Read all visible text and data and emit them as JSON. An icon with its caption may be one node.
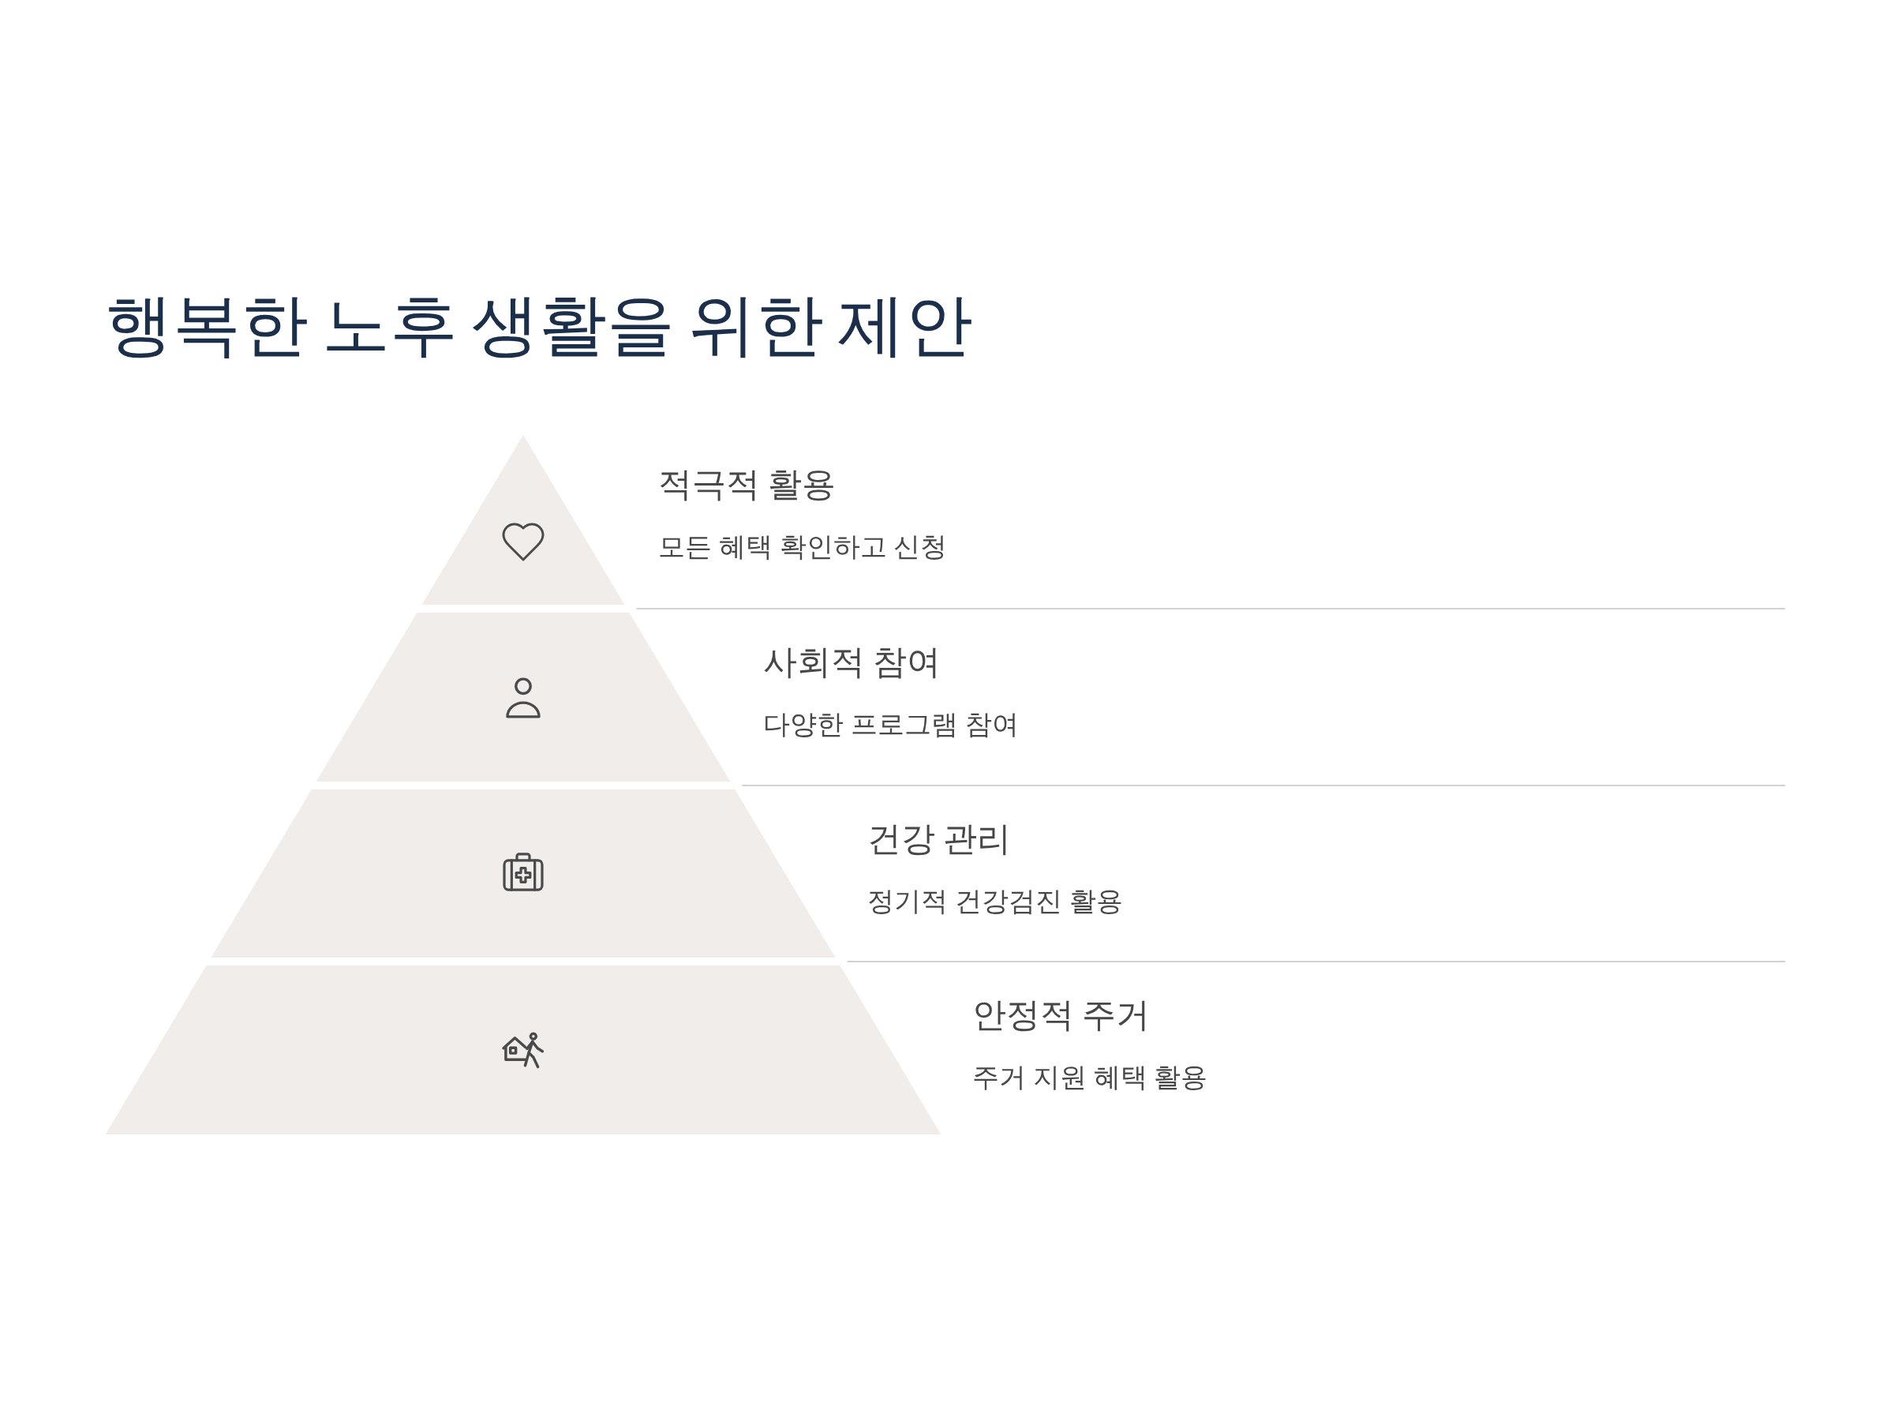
{
  "diagram": {
    "title": "행복한 노후 생활을 위한 제안",
    "nodes": [
      {
        "text": [
          "적극적 활용",
          "모든 혜택 확인하고 신청"
        ]
      },
      {
        "text": [
          "사회적 참여",
          "다양한 프로그램 참여"
        ]
      },
      {
        "text": [
          "건강 관리",
          "정기적 건강검진 활용"
        ]
      },
      {
        "text": [
          "안정적 주거",
          "주거 지원 혜택 활용"
        ]
      }
    ]
  }
}
